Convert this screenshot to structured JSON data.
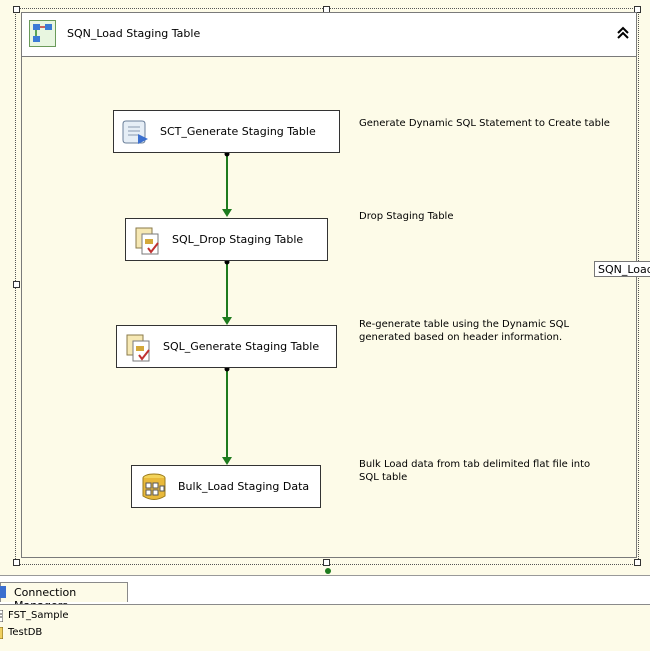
{
  "container": {
    "title": "SQN_Load Staging Table",
    "collapse_icon": "double-chevron-up-icon"
  },
  "tasks": [
    {
      "label": "SCT_Generate Staging Table",
      "icon": "script-task-icon",
      "annotation": "Generate Dynamic SQL Statement to Create table"
    },
    {
      "label": "SQL_Drop Staging Table",
      "icon": "execute-sql-task-icon",
      "annotation": "Drop Staging Table"
    },
    {
      "label": "SQL_Generate Staging Table",
      "icon": "execute-sql-task-icon",
      "annotation": "Re-generate table using the Dynamic SQL\ngenerated based on header information."
    },
    {
      "label": "Bulk_Load Staging Data",
      "icon": "bulk-insert-task-icon",
      "annotation": "Bulk Load data from tab delimited flat file into\nSQL table"
    }
  ],
  "tooltip": "SQN_Load",
  "colors": {
    "canvas": "#fdfbe8",
    "precedence_success": "#1e7b1e"
  },
  "bottom_panel": {
    "tab_label": "Connection Managers",
    "connections": [
      {
        "label": "FST_Sample",
        "icon": "flat-file-connection-icon"
      },
      {
        "label": "TestDB",
        "icon": "ole-db-connection-icon"
      }
    ]
  }
}
